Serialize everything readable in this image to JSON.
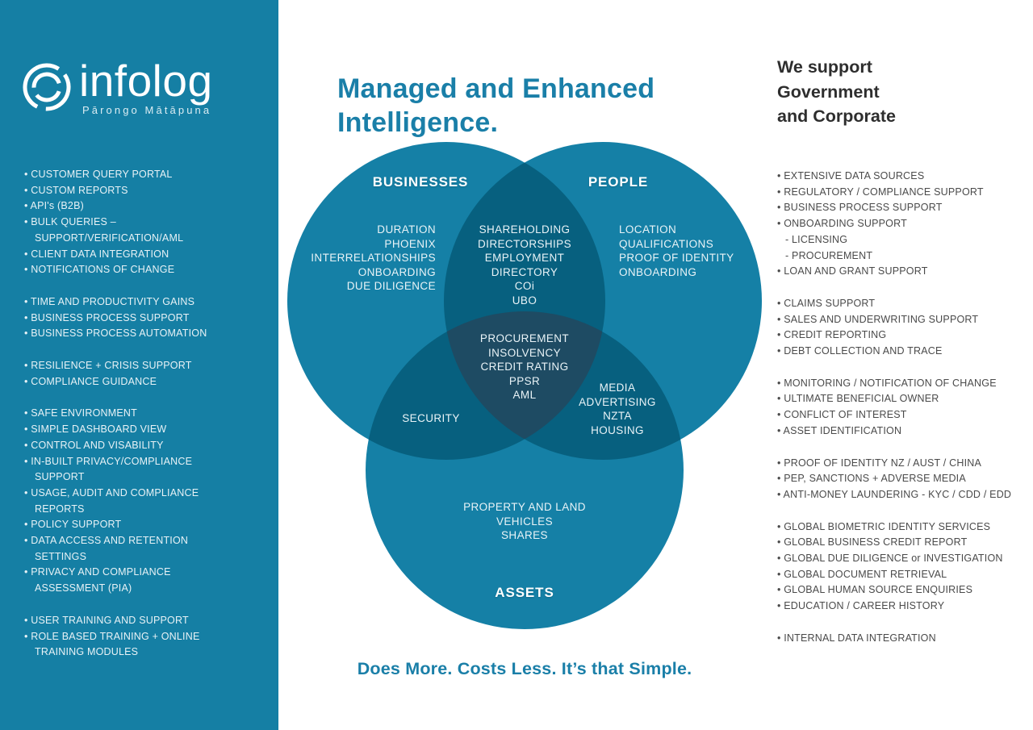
{
  "colors": {
    "sidebar_bg": "#157FA4",
    "accent_teal": "#1A7FA8",
    "heading_dark": "#2E2E2E",
    "venn_single": "#1580A6",
    "venn_pair": "#07607F",
    "venn_center": "#1E4B63"
  },
  "sidebar": {
    "logo": {
      "brand": "infolog",
      "subtitle": "Pārongo Mātāpuna",
      "icon": "broken-concentric-rings-icon"
    },
    "groups": [
      [
        "• CUSTOMER QUERY PORTAL",
        "• CUSTOM REPORTS",
        "• API's (B2B)",
        "• BULK QUERIES – SUPPORT/VERIFICATION/AML",
        "• CLIENT DATA INTEGRATION",
        "• NOTIFICATIONS OF CHANGE"
      ],
      [
        "• TIME AND PRODUCTIVITY GAINS",
        "• BUSINESS PROCESS SUPPORT",
        "• BUSINESS PROCESS AUTOMATION"
      ],
      [
        "• RESILIENCE + CRISIS SUPPORT",
        "• COMPLIANCE GUIDANCE"
      ],
      [
        "• SAFE ENVIRONMENT",
        "• SIMPLE DASHBOARD VIEW",
        "• CONTROL AND VISABILITY",
        "• IN-BUILT PRIVACY/COMPLIANCE SUPPORT",
        "• USAGE, AUDIT AND COMPLIANCE REPORTS",
        "• POLICY SUPPORT",
        "• DATA ACCESS AND RETENTION SETTINGS",
        "• PRIVACY AND COMPLIANCE ASSESSMENT (PIA)"
      ],
      [
        "• USER TRAINING AND SUPPORT",
        "• ROLE BASED TRAINING + ONLINE TRAINING MODULES"
      ]
    ]
  },
  "header": {
    "title": "Managed and Enhanced Intelligence."
  },
  "venn": {
    "labels": {
      "businesses": "BUSINESSES",
      "people": "PEOPLE",
      "assets": "ASSETS"
    },
    "businesses_items": [
      "DURATION",
      "PHOENIX",
      "INTERRELATIONSHIPS",
      "ONBOARDING",
      "DUE DILIGENCE"
    ],
    "people_items": [
      "LOCATION",
      "QUALIFICATIONS",
      "PROOF OF IDENTITY",
      "ONBOARDING"
    ],
    "assets_items": [
      "PROPERTY AND LAND",
      "VEHICLES",
      "SHARES"
    ],
    "businesses_people_items": [
      "SHAREHOLDING",
      "DIRECTORSHIPS",
      "EMPLOYMENT",
      "DIRECTORY",
      "COi",
      "UBO"
    ],
    "businesses_assets_items": [
      "SECURITY"
    ],
    "people_assets_items": [
      "MEDIA",
      "ADVERTISING",
      "NZTA",
      "HOUSING"
    ],
    "center_items": [
      "PROCUREMENT",
      "INSOLVENCY",
      "CREDIT RATING",
      "PPSR",
      "AML"
    ]
  },
  "tagline": "Does More. Costs Less. It’s that Simple.",
  "right": {
    "heading_lines": [
      "We support",
      "Government",
      "and Corporate"
    ],
    "groups": [
      [
        "• EXTENSIVE DATA SOURCES",
        "• REGULATORY / COMPLIANCE SUPPORT",
        "• BUSINESS PROCESS SUPPORT",
        "• ONBOARDING SUPPORT",
        "- LICENSING",
        "- PROCUREMENT",
        "• LOAN AND GRANT SUPPORT"
      ],
      [
        "• CLAIMS SUPPORT",
        "• SALES AND UNDERWRITING SUPPORT",
        "• CREDIT REPORTING",
        "• DEBT COLLECTION AND TRACE"
      ],
      [
        "• MONITORING / NOTIFICATION OF CHANGE",
        "• ULTIMATE BENEFICIAL OWNER",
        "• CONFLICT OF INTEREST",
        "• ASSET IDENTIFICATION"
      ],
      [
        "• PROOF OF IDENTITY NZ / AUST / CHINA",
        "• PEP, SANCTIONS + ADVERSE MEDIA",
        "• ANTI-MONEY LAUNDERING - KYC / CDD / EDD"
      ],
      [
        "• GLOBAL BIOMETRIC IDENTITY SERVICES",
        "• GLOBAL BUSINESS CREDIT REPORT",
        "• GLOBAL DUE DILIGENCE or INVESTIGATION",
        "• GLOBAL DOCUMENT RETRIEVAL",
        "• GLOBAL HUMAN SOURCE ENQUIRIES",
        "• EDUCATION / CAREER HISTORY"
      ],
      [
        "• INTERNAL DATA INTEGRATION"
      ]
    ]
  }
}
